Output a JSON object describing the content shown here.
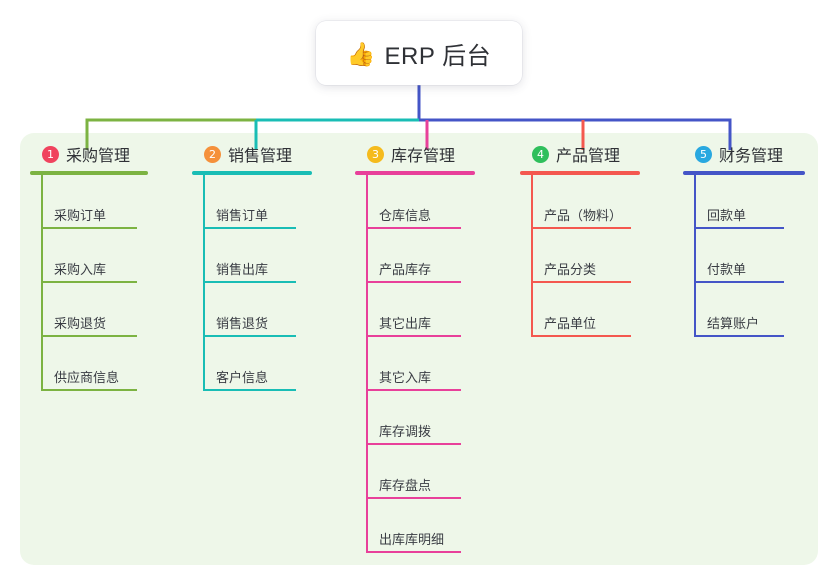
{
  "root": {
    "icon": "thumbs-up-emoji",
    "emoji": "👍",
    "title": "ERP 后台"
  },
  "panel": {
    "background_color": "#eef7e9"
  },
  "trunk": {
    "color": "#4455c7"
  },
  "columns": [
    {
      "index": "1",
      "badge": "1",
      "badge_color": "#f0435e",
      "line_color": "#7cb342",
      "title": "采购管理",
      "items": [
        "采购订单",
        "采购入库",
        "采购退货",
        "供应商信息"
      ]
    },
    {
      "index": "2",
      "badge": "2",
      "badge_color": "#f5913b",
      "line_color": "#19bdb5",
      "title": "销售管理",
      "items": [
        "销售订单",
        "销售出库",
        "销售退货",
        "客户信息"
      ]
    },
    {
      "index": "3",
      "badge": "3",
      "badge_color": "#f5bb1d",
      "line_color": "#e8409a",
      "title": "库存管理",
      "items": [
        "仓库信息",
        "产品库存",
        "其它出库",
        "其它入库",
        "库存调拨",
        "库存盘点",
        "出库库明细"
      ]
    },
    {
      "index": "4",
      "badge": "4",
      "badge_color": "#2fbf5c",
      "line_color": "#f4584f",
      "title": "产品管理",
      "items": [
        "产品（物料）",
        "产品分类",
        "产品单位"
      ]
    },
    {
      "index": "5",
      "badge": "5",
      "badge_color": "#29a8e0",
      "line_color": "#4455c7",
      "title": "财务管理",
      "items": [
        "回款单",
        "付款单",
        "结算账户"
      ]
    }
  ]
}
